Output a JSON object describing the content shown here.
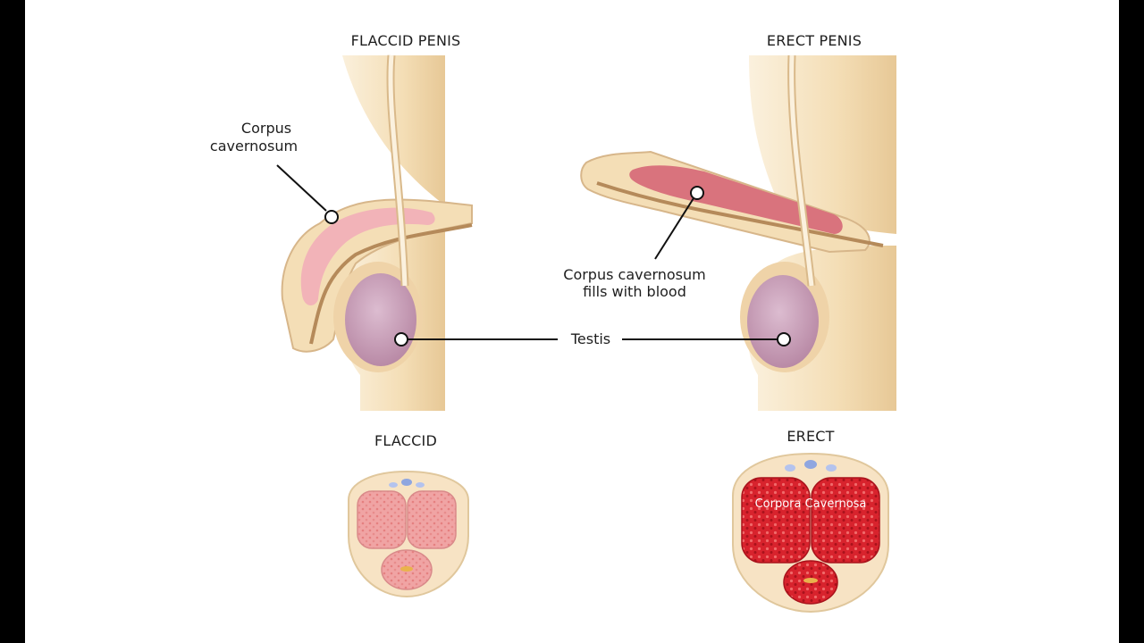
{
  "headings": {
    "flaccid_penis": "FLACCID PENIS",
    "erect_penis": "ERECT PENIS",
    "flaccid": "FLACCID",
    "erect": "ERECT"
  },
  "labels": {
    "corpus_cavernosum_1": "Corpus",
    "corpus_cavernosum_2": "cavernosum",
    "fills_1": "Corpus cavernosum",
    "fills_2": "fills with blood",
    "testis": "Testis",
    "corpora_cavernosa": "Corpora Cavernosa"
  },
  "colors": {
    "skin": "#f4deb6",
    "skin_dark": "#d9b98a",
    "corpus_flaccid": "#f2b3b8",
    "corpus_erect": "#d9737d",
    "testis": "#c9a0b8",
    "tissue_flaccid": "#ef9a9a",
    "tissue_erect": "#d9262e",
    "vein": "#8fa6e0"
  }
}
